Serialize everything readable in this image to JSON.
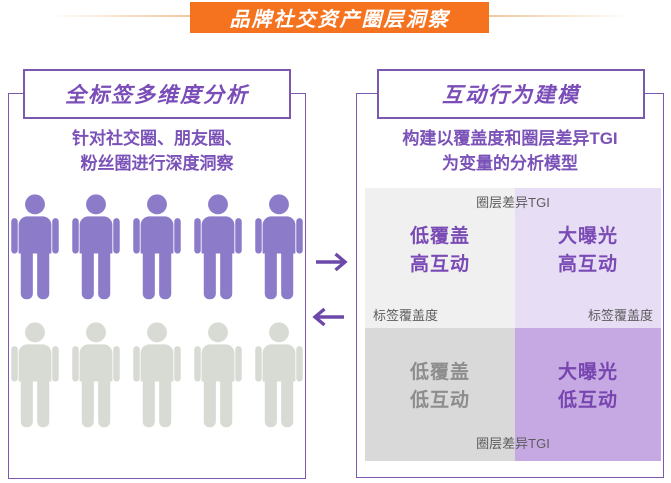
{
  "title": {
    "text": "品牌社交资产圈层洞察"
  },
  "colors": {
    "banner_orange": "#f5731f",
    "border_purple": "#7c58ae",
    "arrow_purple": "#6c48a8",
    "person_purple": "#8c7bc9",
    "person_gray": "#d7dbd3"
  },
  "left_panel": {
    "header": "全标签多维度分析",
    "subtitle_line1": "针对社交圈、朋友圈、",
    "subtitle_line2": "粉丝圈进行深度洞察",
    "purple_person_count": 5,
    "gray_person_count": 5
  },
  "arrows": {
    "to_right": "right-arrow",
    "to_left": "left-arrow"
  },
  "right_panel": {
    "header": "互动行为建模",
    "subtitle_line1": "构建以覆盖度和圈层差异TGI",
    "subtitle_line2": "为变量的分析模型",
    "quadrant": {
      "top_axis_label": "圈层差异TGI",
      "bottom_axis_label": "圈层差异TGI",
      "left_axis_label": "标签覆盖度",
      "right_axis_label": "标签覆盖度",
      "cells": [
        {
          "id": "top-left",
          "line1": "低覆盖",
          "line2": "高互动",
          "bg": "#f1f0f1",
          "text_color": "#7a4bb5"
        },
        {
          "id": "top-right",
          "line1": "大曝光",
          "line2": "高互动",
          "bg": "#e7ddf4",
          "text_color": "#7a4bb5"
        },
        {
          "id": "bottom-left",
          "line1": "低覆盖",
          "line2": "低互动",
          "bg": "#d9d9d9",
          "text_color": "#8d8d8d"
        },
        {
          "id": "bottom-right",
          "line1": "大曝光",
          "line2": "低互动",
          "bg": "#c6a9e2",
          "text_color": "#7745af"
        }
      ]
    }
  }
}
